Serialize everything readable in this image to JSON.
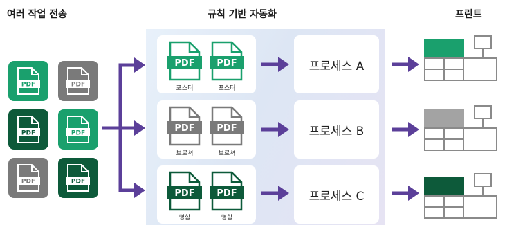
{
  "headers": {
    "multi_jobs": "여러 작업 전송",
    "rule_automation": "규칙 기반 자동화",
    "print": "프린트"
  },
  "file_label": "PDF",
  "input_files": [
    {
      "color": "#1aa06d"
    },
    {
      "color": "#7a7a7a"
    },
    {
      "color": "#0d5a3a"
    },
    {
      "color": "#1aa06d"
    },
    {
      "color": "#7a7a7a"
    },
    {
      "color": "#0d5a3a"
    }
  ],
  "workflows": [
    {
      "doc_color": "#1aa06d",
      "captions": [
        "포스터",
        "포스터"
      ],
      "process": "프로세스 A",
      "printer_color": "#1aa06d"
    },
    {
      "doc_color": "#7a7a7a",
      "captions": [
        "브로셔",
        "브로셔"
      ],
      "process": "프로세스 B",
      "printer_color": "#a3a3a3"
    },
    {
      "doc_color": "#0d5a3a",
      "captions": [
        "명함",
        "명함"
      ],
      "process": "프로세스 C",
      "printer_color": "#0d5a3a"
    }
  ],
  "colors": {
    "arrow": "#5b3f99",
    "printer_outline": "#8a8a8a",
    "panel": "#e2eaf6"
  },
  "icons": [
    "pdf-file-icon",
    "arrow-right-icon",
    "printer-icon"
  ]
}
